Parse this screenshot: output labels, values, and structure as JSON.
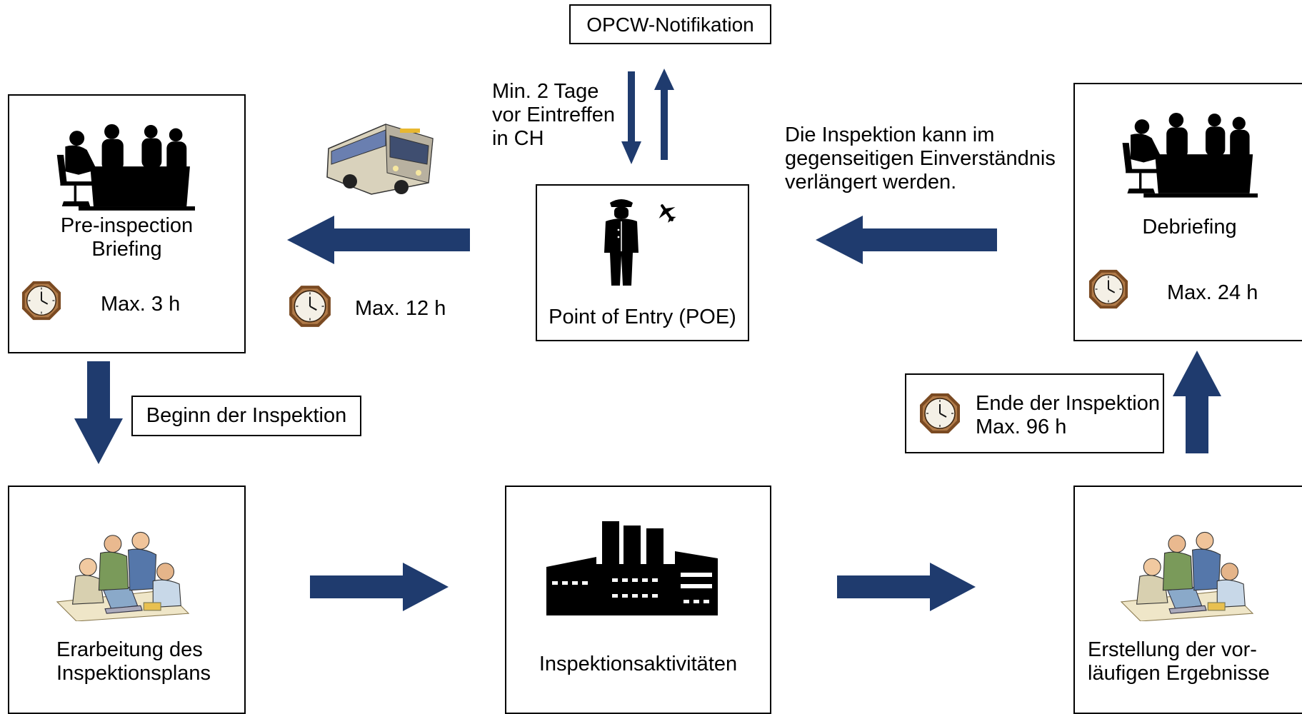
{
  "notification": {
    "label": "OPCW-Notifikation"
  },
  "advance_notice": {
    "lines": [
      "Min. 2 Tage",
      "vor Eintreffen",
      "in CH"
    ]
  },
  "extension_note": {
    "lines": [
      "Die Inspektion kann im",
      "gegenseitigen Einverständnis",
      "verlängert werden."
    ]
  },
  "poe": {
    "label": "Point of Entry (POE)"
  },
  "briefing": {
    "lines": [
      "Pre-inspection",
      "Briefing"
    ],
    "time": "Max. 3 h"
  },
  "transport": {
    "time": "Max. 12 h"
  },
  "debriefing": {
    "label": "Debriefing",
    "time": "Max. 24  h"
  },
  "inspection_start": {
    "label": "Beginn der Inspektion"
  },
  "inspection_end": {
    "lines": [
      "Ende der Inspektion",
      "Max. 96 h"
    ]
  },
  "plan": {
    "lines": [
      "Erarbeitung des",
      "Inspektionsplans"
    ]
  },
  "activities": {
    "label": "Inspektionsaktivitäten"
  },
  "results": {
    "lines": [
      "Erstellung der vor-",
      "läufigen Ergebnisse"
    ]
  },
  "colors": {
    "arrow": "#1f3b6e",
    "clock_frame": "#7a4a22",
    "border": "#000000"
  },
  "icons": [
    "meeting-silhouette-icon",
    "bus-icon",
    "pilot-icon",
    "airplane-icon",
    "clock-icon",
    "team-at-laptop-icon",
    "factory-icon"
  ]
}
